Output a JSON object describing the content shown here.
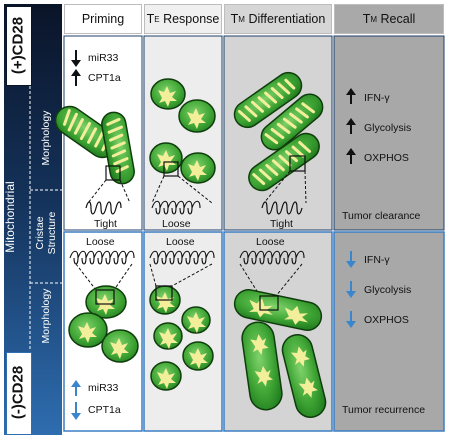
{
  "headers": {
    "priming": "Priming",
    "te_response_main": "T",
    "te_response_sub": "E",
    "te_response_tail": " Response",
    "tm_diff_main": "T",
    "tm_diff_sub": "M",
    "tm_diff_tail": " Differentiation",
    "tm_recall_main": "T",
    "tm_recall_sub": "M",
    "tm_recall_tail": " Recall"
  },
  "side": {
    "top": "(+)CD28",
    "bottom": "(-)CD28",
    "mitochondrial": "Mitochondrial",
    "morphology_top": "Morphology",
    "cristae_line1": "Cristae",
    "cristae_line2": "Structure",
    "morphology_bottom": "Morphology"
  },
  "top_row": {
    "mir33": "miR33",
    "cpt1a": "CPT1a",
    "tight_priming": "Tight",
    "loose_te": "Loose",
    "tight_tm": "Tight",
    "ifn": "IFN-γ",
    "glycolysis": "Glycolysis",
    "oxphos": "OXPHOS",
    "outcome": "Tumor clearance"
  },
  "bottom_row": {
    "loose_1": "Loose",
    "loose_2": "Loose",
    "loose_3": "Loose",
    "mir33": "miR33",
    "cpt1a": "CPT1a",
    "ifn": "IFN-γ",
    "glycolysis": "Glycolysis",
    "oxphos": "OXPHOS",
    "outcome": "Tumor recurrence"
  },
  "colors": {
    "navy": "#0d1b33",
    "blue": "#2f6aa8",
    "up_black": "#111111",
    "down_blue": "#3a86cc",
    "mito_green": "#3fa535",
    "mito_dark": "#1f6b1c",
    "cristae_yellow": "#f3ee9a"
  }
}
